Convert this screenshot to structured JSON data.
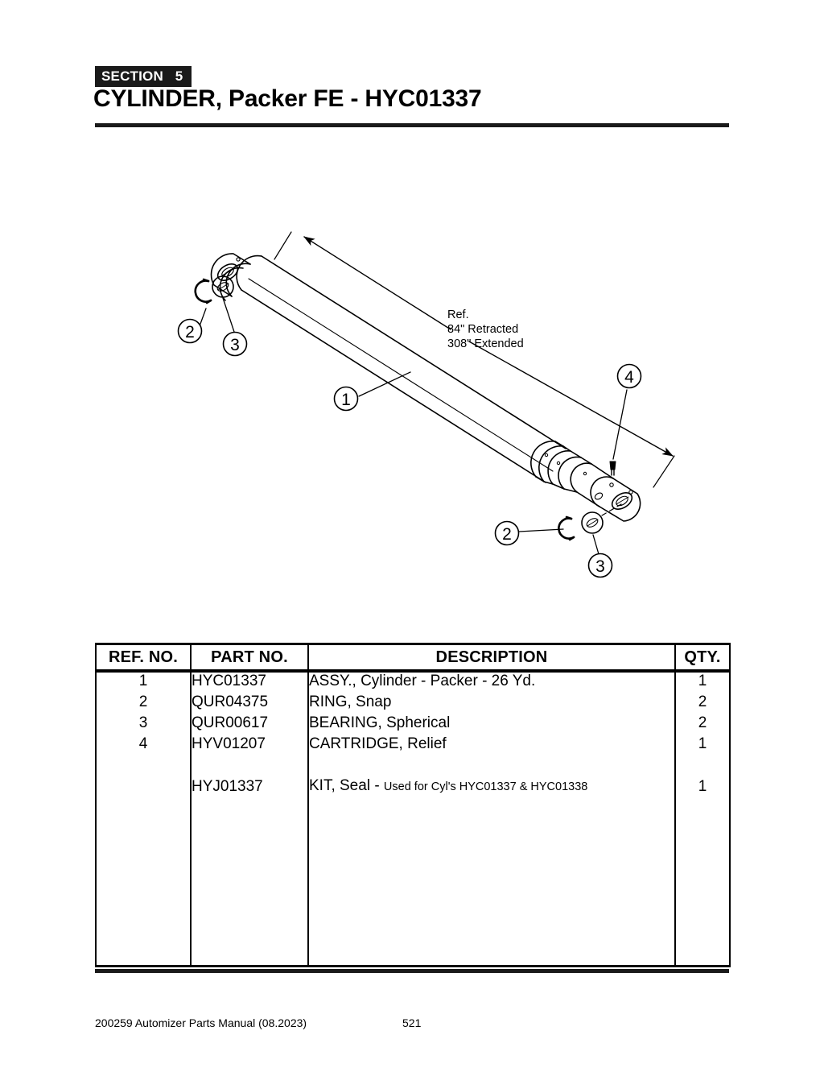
{
  "header": {
    "section_badge": "SECTION   5",
    "title": "CYLINDER, Packer FE - HYC01337"
  },
  "illustration": {
    "reference_note": {
      "line1": "Ref.",
      "line2": "84\" Retracted",
      "line3": "308\" Extended"
    },
    "callouts": [
      {
        "label": "1"
      },
      {
        "label": "2"
      },
      {
        "label": "3"
      },
      {
        "label": "4"
      },
      {
        "label": "2"
      },
      {
        "label": "3"
      }
    ]
  },
  "table": {
    "columns": [
      "REF. NO.",
      "PART NO.",
      "DESCRIPTION",
      "QTY."
    ],
    "rows": [
      {
        "ref": "1",
        "part": "HYC01337",
        "desc": "ASSY., Cylinder - Packer - 26 Yd.",
        "desc_note": "",
        "qty": "1"
      },
      {
        "ref": "2",
        "part": "QUR04375",
        "desc": "RING, Snap",
        "desc_note": "",
        "qty": "2"
      },
      {
        "ref": "3",
        "part": "QUR00617",
        "desc": "BEARING, Spherical",
        "desc_note": "",
        "qty": "2"
      },
      {
        "ref": "4",
        "part": "HYV01207",
        "desc": "CARTRIDGE, Relief",
        "desc_note": "",
        "qty": "1"
      },
      {
        "ref": "",
        "part": "",
        "desc": "",
        "desc_note": "",
        "qty": ""
      },
      {
        "ref": "",
        "part": "HYJ01337",
        "desc": "KIT, Seal - ",
        "desc_note": "Used for Cyl's HYC01337 & HYC01338",
        "qty": "1"
      }
    ]
  },
  "footer": {
    "manual": "200259 Automizer Parts Manual (08.2023)",
    "page": "521"
  }
}
